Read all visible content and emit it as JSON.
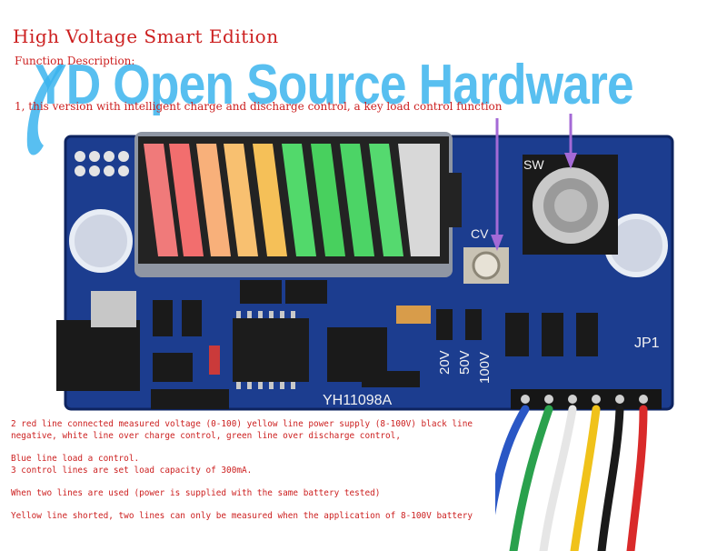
{
  "title": "High Voltage Smart Edition",
  "function_description": "Function Description:",
  "watermark": "YD Open Source Hardware",
  "function_1": "1, this version with intelligent charge and discharge control, a key load control function",
  "board": {
    "model": "YH11098A",
    "labels": {
      "sw": "SW",
      "cv": "CV",
      "jp1": "JP1",
      "v20": "20V",
      "v50": "50V",
      "v100": "100V"
    }
  },
  "notes": [
    "2 red line connected measured voltage (0-100) yellow line power supply (8-100V) black line negative, white line over charge control, green line over discharge control,",
    "Blue line load a control.",
    "3 control lines are set load capacity of 300mA.",
    "When two lines are used (power is supplied with the same battery tested)",
    "Yellow line shorted, two lines can only be measured when the application of 8-100V battery"
  ],
  "colors": {
    "pcb": "#1a3a8a",
    "text_red": "#cc1f1f",
    "watermark": "#3bb4ee"
  }
}
